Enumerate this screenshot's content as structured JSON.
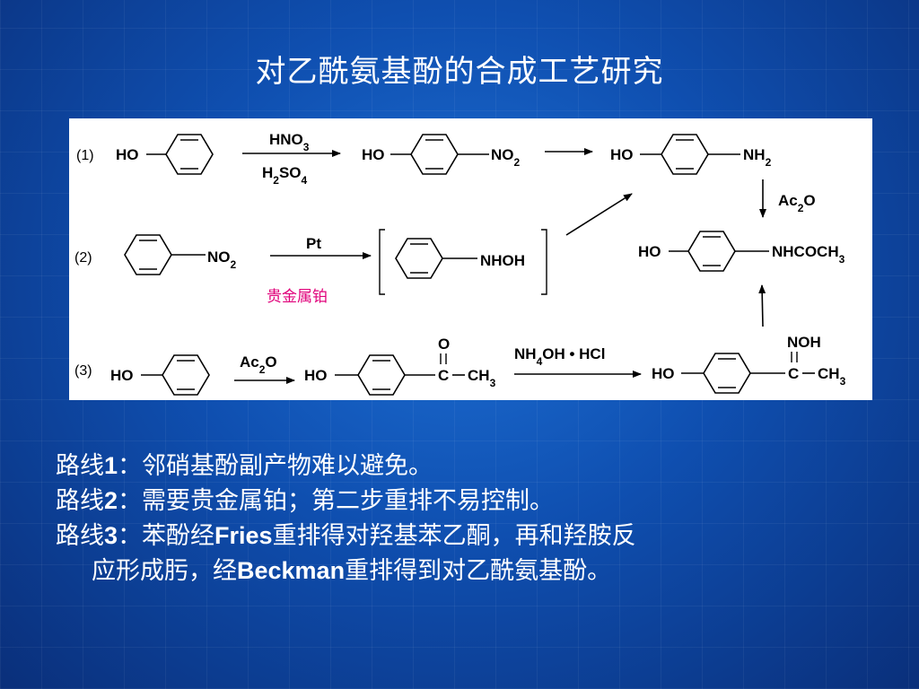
{
  "title": "对乙酰氨基酚的合成工艺研究",
  "scheme": {
    "route1": {
      "label": "(1)",
      "start": "HO",
      "reagent_top": "HNO3",
      "reagent_bottom": "H2SO4",
      "mid_left": "HO",
      "mid_right": "NO2",
      "amine_left": "HO",
      "amine_right": "NH2"
    },
    "acetylation": "Ac2O",
    "product": {
      "left": "HO",
      "right": "NHCOCH3"
    },
    "route2": {
      "label": "(2)",
      "substituent": "NO2",
      "reagent": "Pt",
      "catalyst_note": "贵金属铂",
      "intermediate": "NHOH"
    },
    "route3": {
      "label": "(3)",
      "start": "HO",
      "reagent": "Ac2O",
      "ketone_left": "HO",
      "ketone_o": "O",
      "ketone_c": "C",
      "ketone_ch3": "CH3",
      "reagent2": "NH4OH • HCl",
      "oxime_left": "HO",
      "oxime_noh": "NOH",
      "oxime_c": "C",
      "oxime_ch3": "CH3"
    },
    "colors": {
      "catalyst_note": "#e0007a"
    }
  },
  "notes": {
    "line1_prefix": "路线",
    "line1_num": "1",
    "line1_text": "：邻硝基酚副产物难以避免。",
    "line2_prefix": "路线",
    "line2_num": "2",
    "line2_text": "：需要贵金属铂；第二步重排不易控制。",
    "line3_prefix": "路线",
    "line3_num": "3",
    "line3_a": "：苯酚经",
    "line3_fries": "Fries",
    "line3_b": "重排得对羟基苯乙酮，再和羟胺反",
    "line4_a": "应形成肟，经",
    "line4_beckman": "Beckman",
    "line4_b": "重排得到对乙酰氨基酚。"
  }
}
